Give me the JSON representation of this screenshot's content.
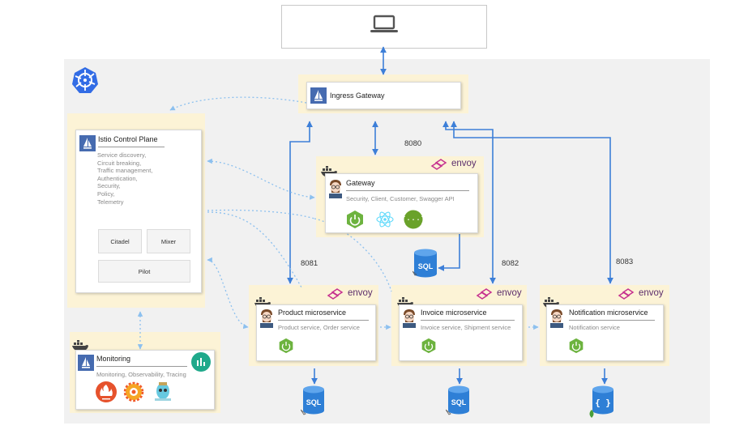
{
  "ingress": {
    "title": "Ingress Gateway"
  },
  "control_plane": {
    "title": "Istio Control Plane",
    "features": [
      "Service discovery,",
      "Circuit breaking,",
      "Traffic management,",
      "Authentication,",
      "Security,",
      "Policy,",
      "Telemetry"
    ],
    "citadel": "Citadel",
    "mixer": "Mixer",
    "pilot": "Pilot"
  },
  "gateway": {
    "title": "Gateway",
    "subtitle": "Security, Client, Customer, Swagger API"
  },
  "ports": {
    "gateway": "8080",
    "product": "8081",
    "invoice": "8082",
    "notification": "8083"
  },
  "envoy_label": "envoy",
  "product": {
    "title": "Product microservice",
    "subtitle": "Product service, Order service"
  },
  "invoice": {
    "title": "Invoice microservice",
    "subtitle": "Invoice service, Shipment service"
  },
  "notification": {
    "title": "Notification microservice",
    "subtitle": "Notification service"
  },
  "monitoring": {
    "title": "Monitoring",
    "subtitle": "Monitoring, Observability, Tracing"
  },
  "db": {
    "sql": "SQL",
    "nosql": "{ }"
  },
  "colors": {
    "arrow": "#3d7fd8",
    "dotted": "#8cc0ef",
    "halo": "#fcf3d6",
    "cluster": "#f1f1f1",
    "istio": "#466bb0",
    "envoy": "#c6318f",
    "spring": "#6db33f",
    "db": "#2e7fd6"
  },
  "icons": [
    "laptop-icon",
    "kubernetes-icon",
    "istio-icon",
    "docker-icon",
    "envoy-icon",
    "spring-boot-icon",
    "react-icon",
    "swagger-icon",
    "developer-avatar-icon",
    "database-icon",
    "prometheus-icon",
    "grafana-icon",
    "jaeger-icon",
    "kiali-icon"
  ]
}
